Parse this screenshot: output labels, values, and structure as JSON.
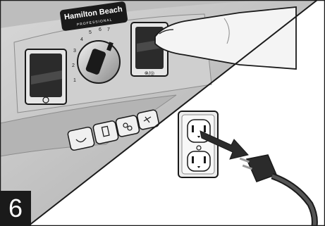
{
  "brand": {
    "name": "Hamilton Beach",
    "sub": "PROFESSIONAL"
  },
  "dial": {
    "numbers": [
      "1",
      "2",
      "3",
      "4",
      "5",
      "6",
      "7"
    ]
  },
  "switch_label": "⊗/◎",
  "step_number": "6",
  "icons": [
    "power-switch-icon",
    "dial-knob-icon",
    "pulse-switch-icon",
    "soup-program-icon",
    "smoothie-program-icon",
    "ice-crush-program-icon",
    "blend-program-icon",
    "wall-outlet-icon",
    "plug-icon",
    "arrow-icon",
    "hand-icon"
  ],
  "colors": {
    "panel": "#c9c9c9",
    "panel_dark": "#9a9a9a",
    "switch": "#2b2b2b",
    "outline": "#1a1a1a",
    "badge": "#1a1a1a"
  }
}
